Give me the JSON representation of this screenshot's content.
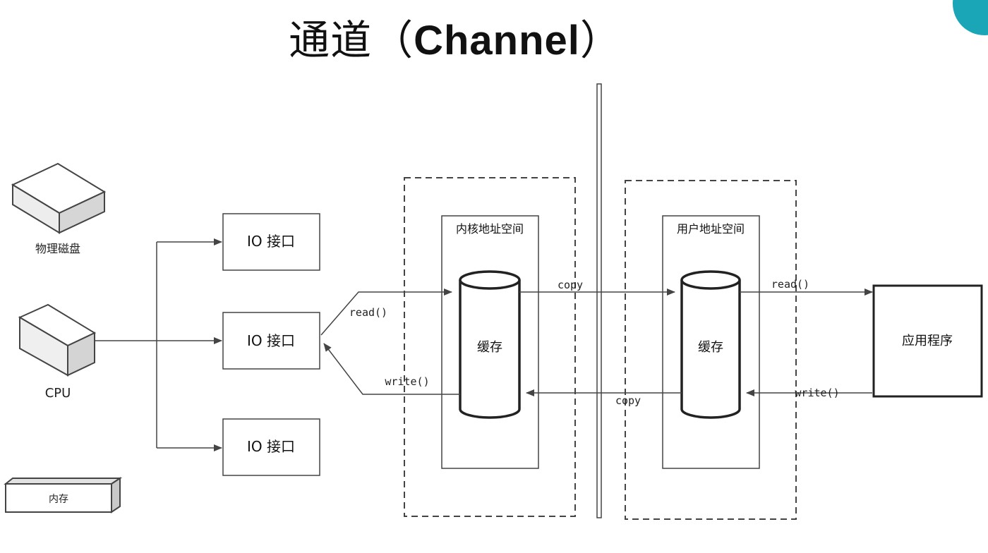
{
  "title": {
    "cn": "通道（",
    "en": "Channel",
    "close": "）"
  },
  "hardware": {
    "disk_label": "物理磁盘",
    "cpu_label": "CPU",
    "memory_label": "内存"
  },
  "io_ports": [
    {
      "label": "IO 接口"
    },
    {
      "label": "IO 接口"
    },
    {
      "label": "IO 接口"
    }
  ],
  "kernel": {
    "title": "内核地址空间",
    "cache": "缓存"
  },
  "user": {
    "title": "用户地址空间",
    "cache": "缓存"
  },
  "app": {
    "label": "应用程序"
  },
  "flows": {
    "io_read": "read()",
    "io_write": "write()",
    "copy_top": "copy",
    "copy_bottom": "copy",
    "app_read": "read()",
    "app_write": "write()"
  },
  "colors": {
    "accent": "#1aa6b7",
    "line": "#444444",
    "dash": "#444444"
  }
}
